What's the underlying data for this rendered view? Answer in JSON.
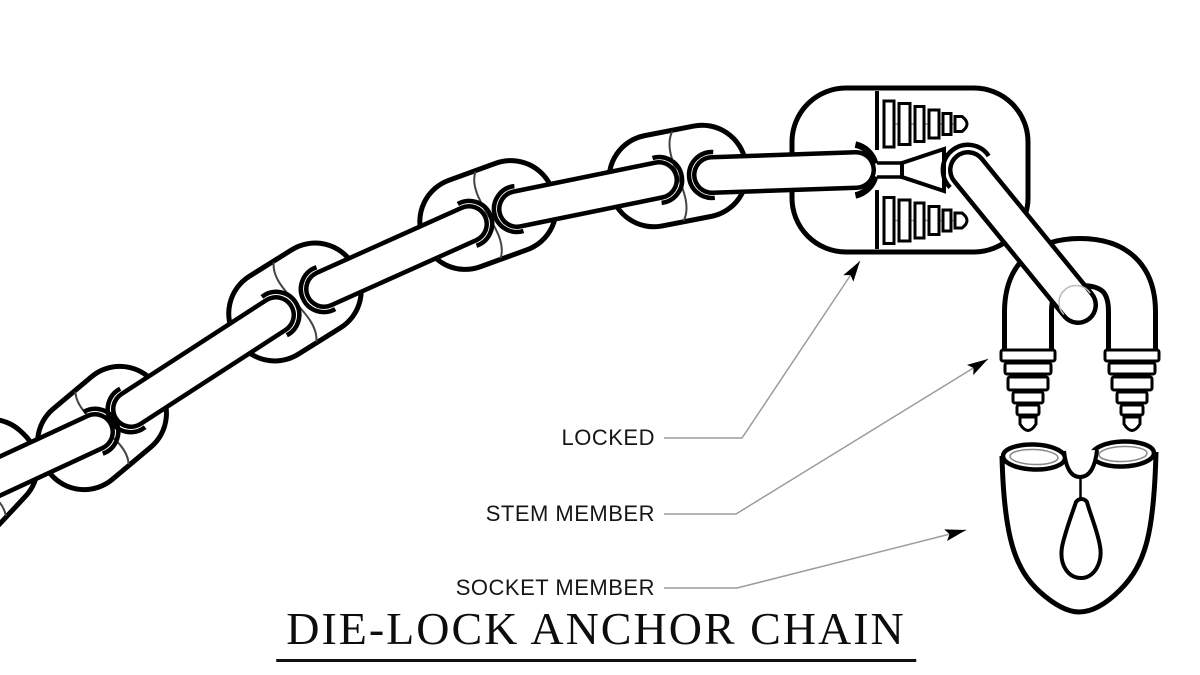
{
  "diagram": {
    "title": "DIE-LOCK ANCHOR CHAIN",
    "labels": {
      "locked": "LOCKED",
      "stem_member": "STEM MEMBER",
      "socket_member": "SOCKET MEMBER"
    },
    "colors": {
      "ink": "#000000",
      "background": "#ffffff",
      "leader_line": "#9c9c9c",
      "seam": "#444444",
      "detail_rail": "#999999"
    }
  }
}
